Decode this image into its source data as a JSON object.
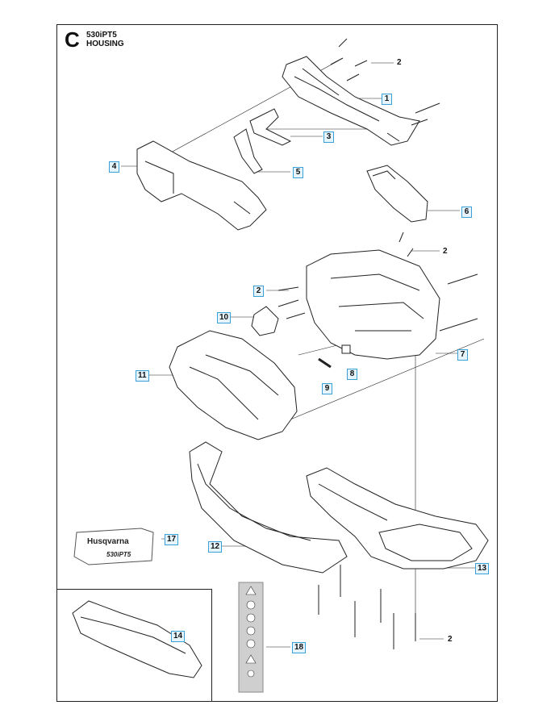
{
  "section": {
    "letter": "C",
    "model": "530iPT5",
    "title": "HOUSING"
  },
  "callouts": [
    {
      "id": "c1",
      "label": "1"
    },
    {
      "id": "c2a",
      "label": "2"
    },
    {
      "id": "c3",
      "label": "3"
    },
    {
      "id": "c4",
      "label": "4"
    },
    {
      "id": "c5",
      "label": "5"
    },
    {
      "id": "c6",
      "label": "6"
    },
    {
      "id": "c2b",
      "label": "2"
    },
    {
      "id": "c2c",
      "label": "2"
    },
    {
      "id": "c10",
      "label": "10"
    },
    {
      "id": "c7",
      "label": "7"
    },
    {
      "id": "c8",
      "label": "8"
    },
    {
      "id": "c11",
      "label": "11"
    },
    {
      "id": "c9",
      "label": "9"
    },
    {
      "id": "c17",
      "label": "17"
    },
    {
      "id": "c12",
      "label": "12"
    },
    {
      "id": "c13",
      "label": "13"
    },
    {
      "id": "c14",
      "label": "14"
    },
    {
      "id": "c18",
      "label": "18"
    },
    {
      "id": "c2d",
      "label": "2"
    }
  ],
  "decal": {
    "brand": "Husqvarna",
    "model": "530iPT5"
  },
  "colors": {
    "line": "#222222",
    "callout_fill": "#e6f4fb",
    "callout_border": "#3aa0d8",
    "decal_bg": "#cfcfcf"
  }
}
